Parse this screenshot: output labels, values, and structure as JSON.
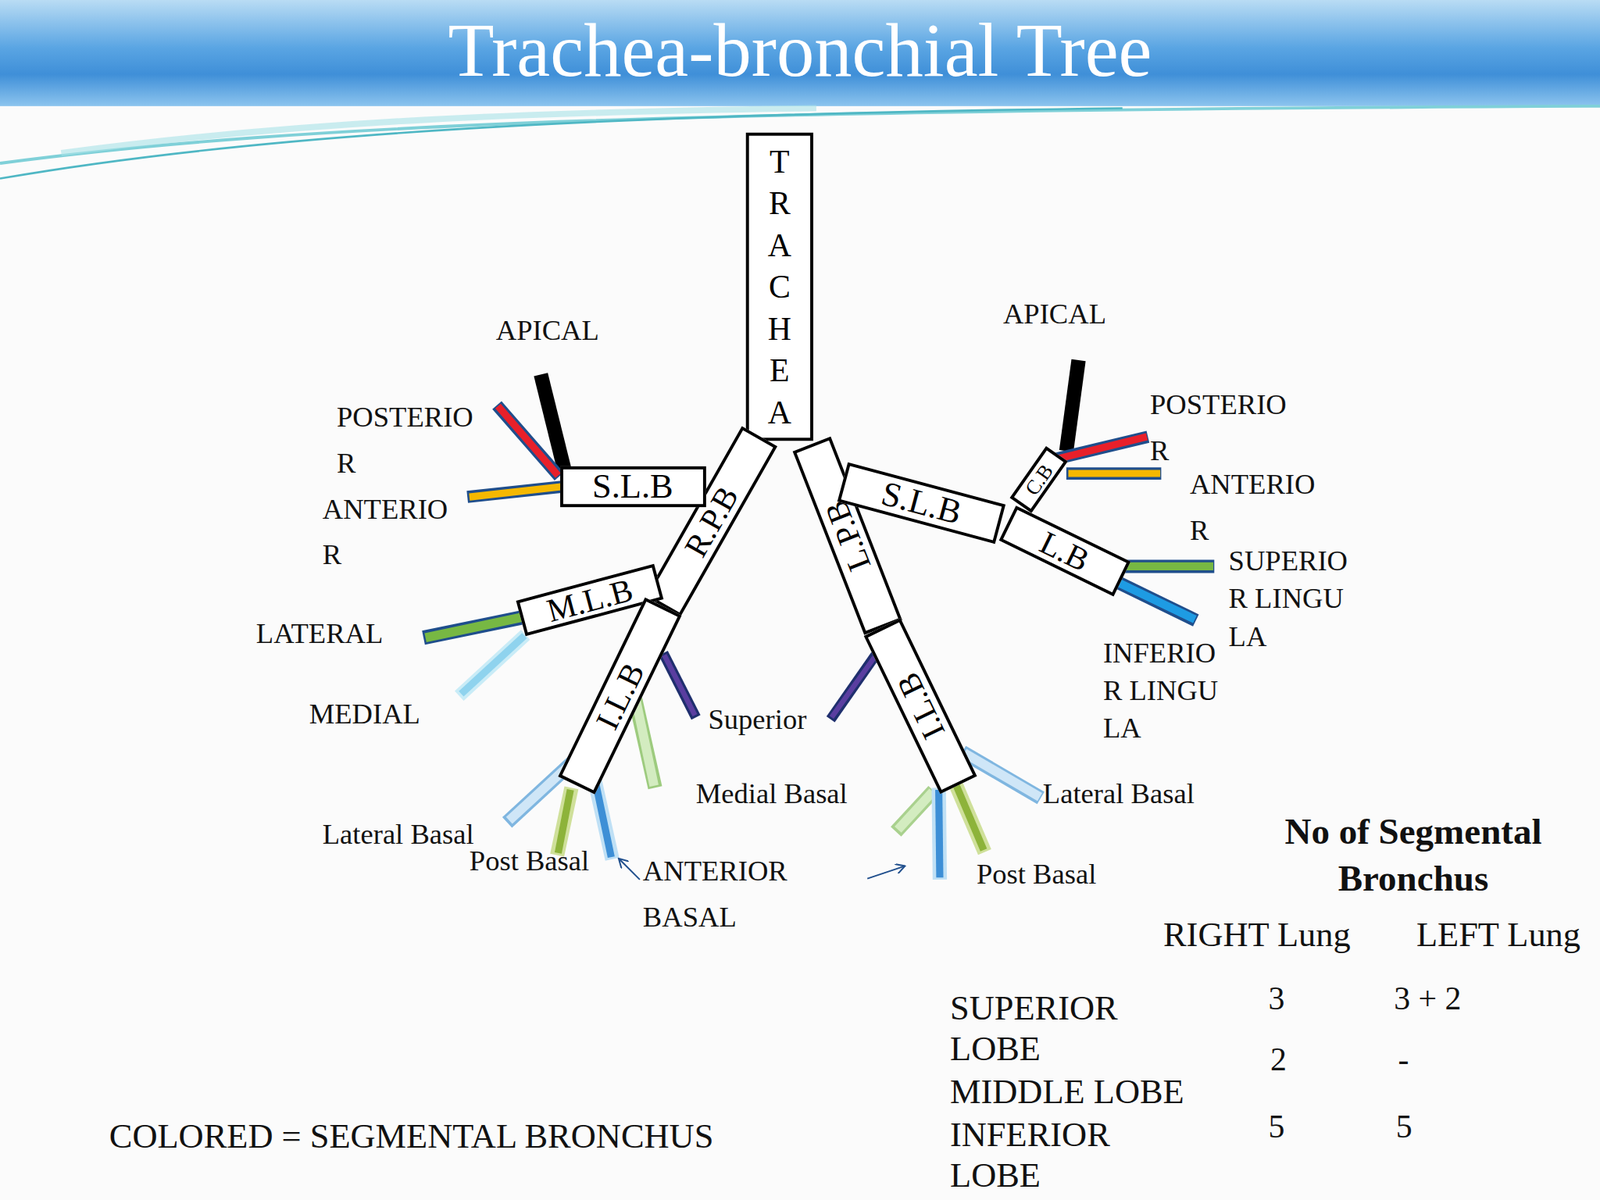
{
  "diagram": {
    "title": "Trachea-bronchial Tree",
    "nodes": [
      {
        "text": [
          "TRACHEA"
        ]
      },
      {
        "text": [
          "R.P.B"
        ]
      },
      {
        "text": [
          "S.L.B"
        ]
      },
      {
        "text": [
          "M.L.B"
        ]
      },
      {
        "text": [
          "I.L.B"
        ]
      },
      {
        "text": [
          "L.P.B"
        ]
      },
      {
        "text": [
          "S.L.B"
        ]
      },
      {
        "text": [
          "C.B"
        ]
      },
      {
        "text": [
          "L.B"
        ]
      },
      {
        "text": [
          "I.L.B"
        ]
      }
    ],
    "labels": [
      "APICAL",
      "POSTERIOR",
      "ANTERIOR",
      "LATERAL",
      "MEDIAL",
      "Superior",
      "Medial Basal",
      "Lateral Basal",
      "Post Basal",
      "ANTERIOR BASAL",
      "APICAL",
      "POSTERIOR",
      "ANTERIOR",
      "SUPERIOR LINGULA",
      "INFERIOR LINGULA",
      "Lateral Basal",
      "Post Basal",
      "No of Segmental Bronchus",
      "RIGHT Lung",
      "LEFT Lung",
      "3",
      "3 + 2",
      "2",
      "-",
      "5",
      "5",
      "SUPERIOR LOBE",
      "MIDDLE LOBE",
      "INFERIOR LOBE",
      "COLORED = SEGMENTAL BRONCHUS"
    ]
  }
}
